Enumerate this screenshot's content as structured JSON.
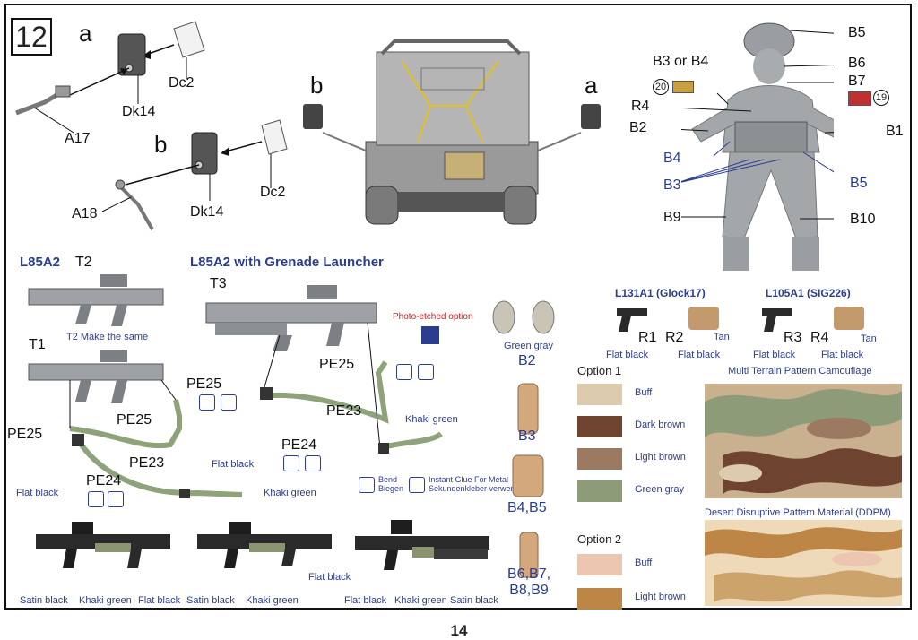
{
  "step": {
    "number": "12"
  },
  "mirror_callouts": {
    "a": "a",
    "b": "b",
    "Dc2_a": "Dc2",
    "Dk14_a": "Dk14",
    "A17": "A17",
    "Dc2_b": "Dc2",
    "Dk14_b": "Dk14",
    "A18": "A18",
    "vehicle_b": "b",
    "vehicle_a": "a"
  },
  "figure_labels": {
    "B5": "B5",
    "B3orB4": "B3 or B4",
    "B6": "B6",
    "B7": "B7",
    "marker20": "20",
    "marker19": "19",
    "R4": "R4",
    "B2": "B2",
    "B1": "B1",
    "B4": "B4",
    "B3": "B3",
    "B5b": "B5",
    "B9": "B9",
    "B10": "B10"
  },
  "rifles": {
    "l85a2_title": "L85A2",
    "gl_title": "L85A2 with Grenade Launcher",
    "T2": "T2",
    "T2_note": "T2 Make the same",
    "T1": "T1",
    "T3": "T3",
    "PE25_a": "PE25",
    "PE25_b": "PE25",
    "PE23_a": "PE23",
    "PE24_a": "PE24",
    "flat_black_a": "Flat black",
    "khaki_green_a": "Khaki green",
    "PE25_c": "PE25",
    "PE25_d": "PE25",
    "PE23_b": "PE23",
    "PE24_b": "PE24",
    "flat_black_b": "Flat black",
    "khaki_green_b": "Khaki green",
    "photo_etched": "Photo-etched option",
    "legend_bend": "Bend\nBiegen",
    "legend_glue": "Instant Glue For Metal\nSekundenkleber verwenden"
  },
  "painted_guns": [
    {
      "c1": "Satin black",
      "c2": "Khaki green",
      "c3": "Flat black"
    },
    {
      "c1": "Satin black",
      "c2": "Khaki green",
      "c3": "Flat black"
    },
    {
      "c1": "Flat black",
      "c2": "Khaki green",
      "c3": "Satin black"
    }
  ],
  "pouches": {
    "green_gray": "Green gray",
    "B2": "B2",
    "B3": "B3",
    "B4B5": "B4,B5",
    "B6B9": "B6,B7,\nB8,B9"
  },
  "pistols": {
    "glock_title": "L131A1 (Glock17)",
    "sig_title": "L105A1 (SIG226)",
    "R1": "R1",
    "R2": "R2",
    "R3": "R3",
    "R4": "R4",
    "fb1": "Flat black",
    "fb2": "Flat black",
    "fb3": "Flat black",
    "fb4": "Flat black",
    "tan1": "Tan",
    "tan2": "Tan"
  },
  "option1": {
    "title": "Option 1",
    "camo_title": "Multi Terrain Pattern Camouflage",
    "swatches": [
      {
        "name": "Buff",
        "color": "#dccbad"
      },
      {
        "name": "Dark brown",
        "color": "#6e4431"
      },
      {
        "name": "Light brown",
        "color": "#9c7a62"
      },
      {
        "name": "Green gray",
        "color": "#8d9b78"
      }
    ]
  },
  "option2": {
    "title": "Option 2",
    "camo_title": "Desert Disruptive Pattern Material (DDPM)",
    "swatches": [
      {
        "name": "Buff",
        "color": "#edc6b2"
      },
      {
        "name": "Light brown",
        "color": "#bd8646"
      }
    ]
  },
  "page": {
    "number": "14"
  }
}
